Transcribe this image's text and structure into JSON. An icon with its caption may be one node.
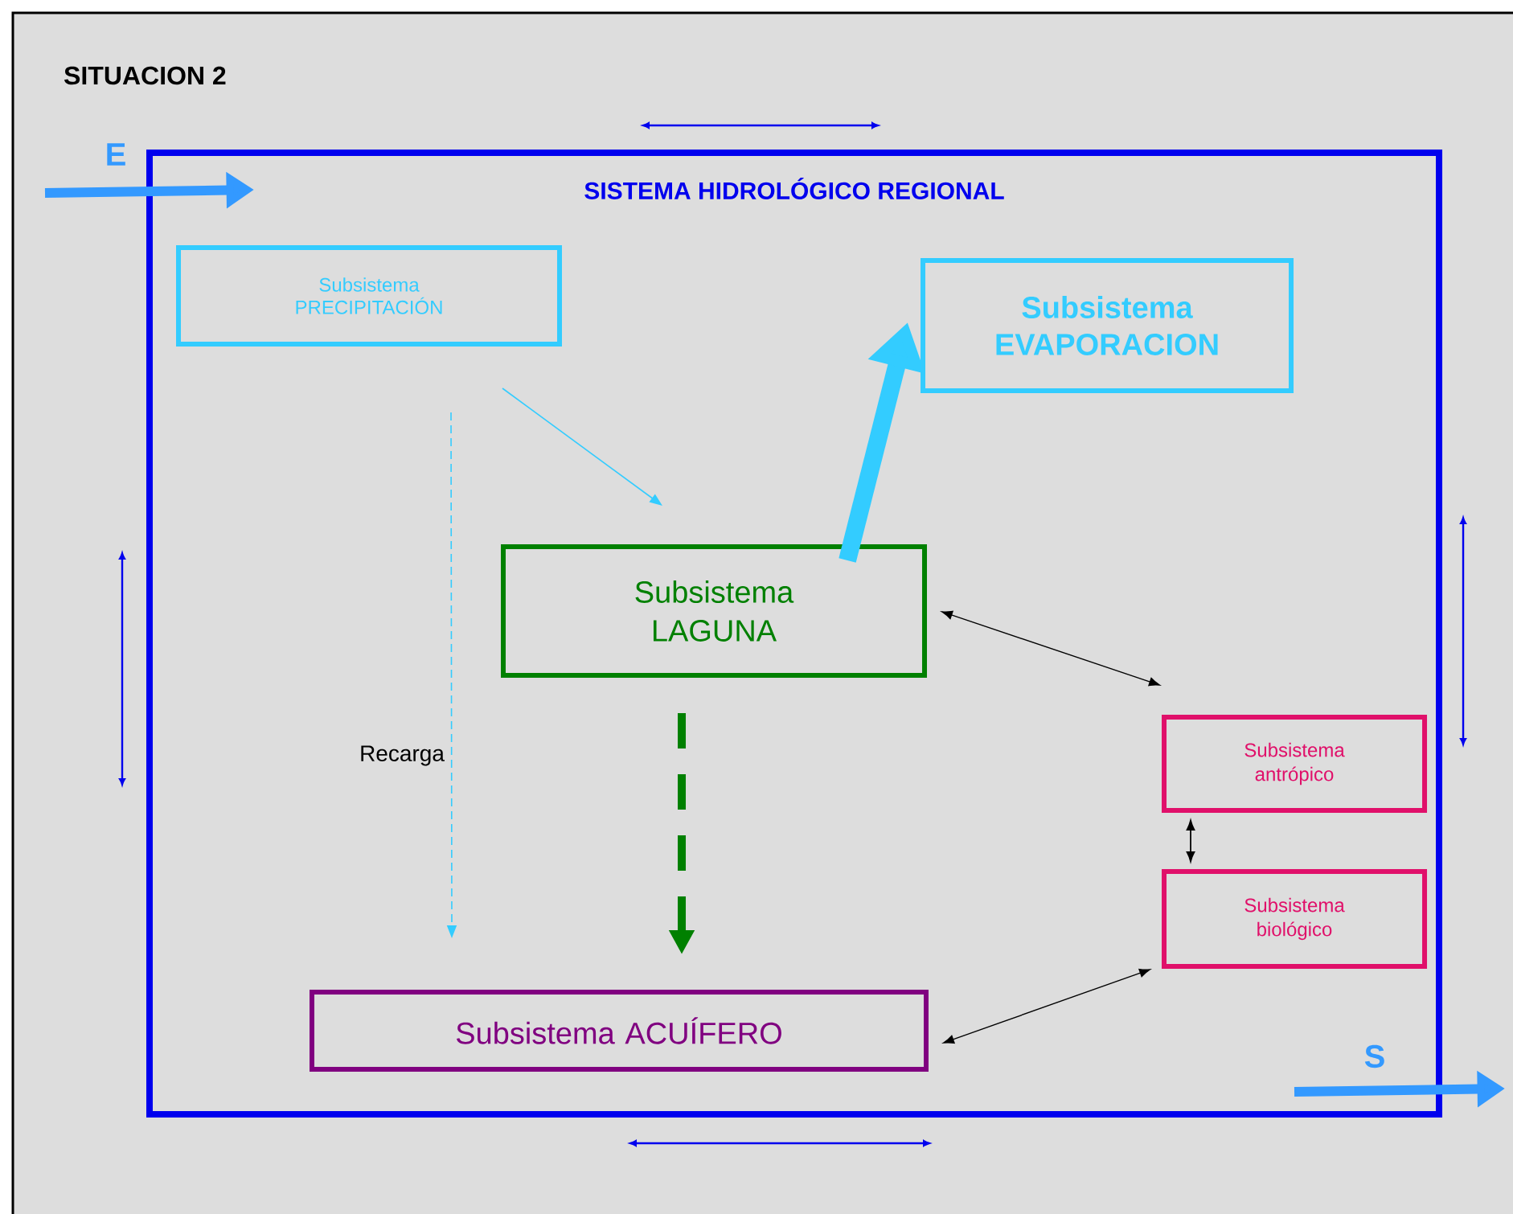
{
  "diagram": {
    "title": "SITUACION 2",
    "nodes": [
      {
        "text": [
          "SISTEMA HIDROLÓGICO REGIONAL"
        ]
      },
      {
        "text": [
          "Subsistema PRECIPITACIÓN"
        ],
        "in": 0
      },
      {
        "text": [
          "Subsistema EVAPORACION"
        ],
        "in": 0
      },
      {
        "text": [
          "Subsistema LAGUNA"
        ],
        "in": 0
      },
      {
        "text": [
          "Subsistema antrópico"
        ],
        "in": 0
      },
      {
        "text": [
          "Subsistema biológico"
        ],
        "in": 0
      },
      {
        "text": [
          "Subsistema ACUÍFERO"
        ],
        "in": 0
      }
    ],
    "edges": [
      {
        "from": null,
        "to": 0,
        "arrow": "to",
        "label": "E",
        "style": "thick",
        "color": "#3399ff"
      },
      {
        "from": 0,
        "to": null,
        "arrow": "to",
        "label": "S",
        "style": "thick",
        "color": "#3399ff"
      },
      {
        "from": 1,
        "to": 3,
        "arrow": "to",
        "color": "#33ccff"
      },
      {
        "from": 1,
        "to": 6,
        "arrow": "to",
        "label": "Recarga",
        "style": "dashed",
        "color": "#33ccff"
      },
      {
        "from": 3,
        "to": 2,
        "arrow": "to",
        "style": "thick",
        "color": "#33ccff"
      },
      {
        "from": 3,
        "to": 6,
        "arrow": "to",
        "style": "dashed",
        "color": "#008000"
      },
      {
        "from": 3,
        "to": 4,
        "arrow": "both",
        "color": "#000000"
      },
      {
        "from": 4,
        "to": 5,
        "arrow": "both",
        "color": "#000000"
      },
      {
        "from": 6,
        "to": 5,
        "arrow": "both",
        "color": "#000000"
      }
    ]
  }
}
